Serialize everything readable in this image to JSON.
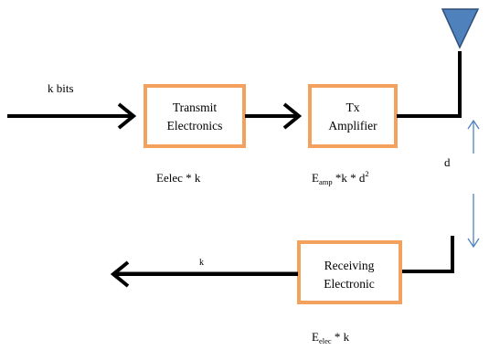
{
  "input_label": "k bits",
  "transmit_box": {
    "line1": "Transmit",
    "line2": "Electronics"
  },
  "amplifier_box": {
    "line1": "Tx",
    "line2": "Amplifier"
  },
  "receiving_box": {
    "line1": "Receiving",
    "line2": "Electronic"
  },
  "transmit_energy": "Eelec * k",
  "amplifier_energy": {
    "base": "E",
    "subscript": "amp",
    "middle": " *k * d",
    "superscript": "2"
  },
  "receive_energy": {
    "base": "E",
    "subscript": "elec",
    "rest": " * k"
  },
  "distance_label": "d",
  "output_label": "k",
  "colors": {
    "box_border": "#f4a15d",
    "antenna": "#4f81bd",
    "distance_arrow": "#4f81bd"
  },
  "icons": [
    "antenna-icon",
    "up-arrow-icon",
    "down-arrow-icon"
  ]
}
